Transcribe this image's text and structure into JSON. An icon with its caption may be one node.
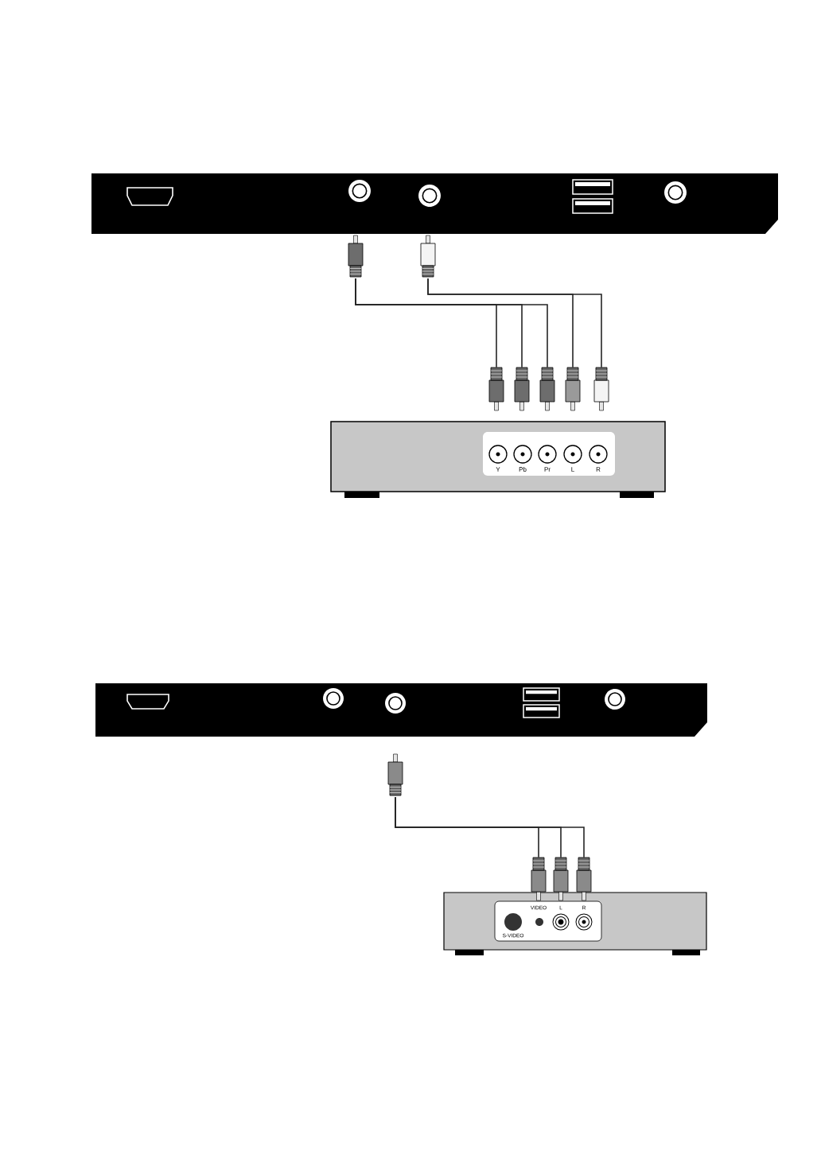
{
  "diagram": {
    "nodes": [
      {
        "text": [],
        "shape": "plug"
      },
      {
        "text": [],
        "shape": "plug"
      },
      {
        "text": [],
        "shape": "plug"
      },
      {
        "text": [],
        "shape": "plug"
      },
      {
        "text": [],
        "shape": "plug"
      },
      {
        "text": [],
        "shape": "plug"
      },
      {
        "text": [],
        "shape": "plug"
      },
      {
        "text": [],
        "shape": "plug"
      },
      {
        "text": [],
        "shape": "plug"
      },
      {
        "text": [],
        "shape": "plug"
      },
      {
        "text": [],
        "shape": "plug"
      }
    ],
    "edges": [
      {
        "from": 0,
        "to": 2,
        "arrow": "none"
      },
      {
        "from": 0,
        "to": 3,
        "arrow": "none"
      },
      {
        "from": 0,
        "to": 4,
        "arrow": "none"
      },
      {
        "from": 1,
        "to": 5,
        "arrow": "none"
      },
      {
        "from": 1,
        "to": 6,
        "arrow": "none"
      },
      {
        "from": 7,
        "to": 8,
        "arrow": "none"
      },
      {
        "from": 7,
        "to": 9,
        "arrow": "none"
      },
      {
        "from": 7,
        "to": 10,
        "arrow": "none"
      }
    ],
    "labels": [
      "Y",
      "Pb",
      "Pr",
      "L",
      "R",
      "VIDEO",
      "L",
      "R",
      "S-VIDEO"
    ]
  }
}
